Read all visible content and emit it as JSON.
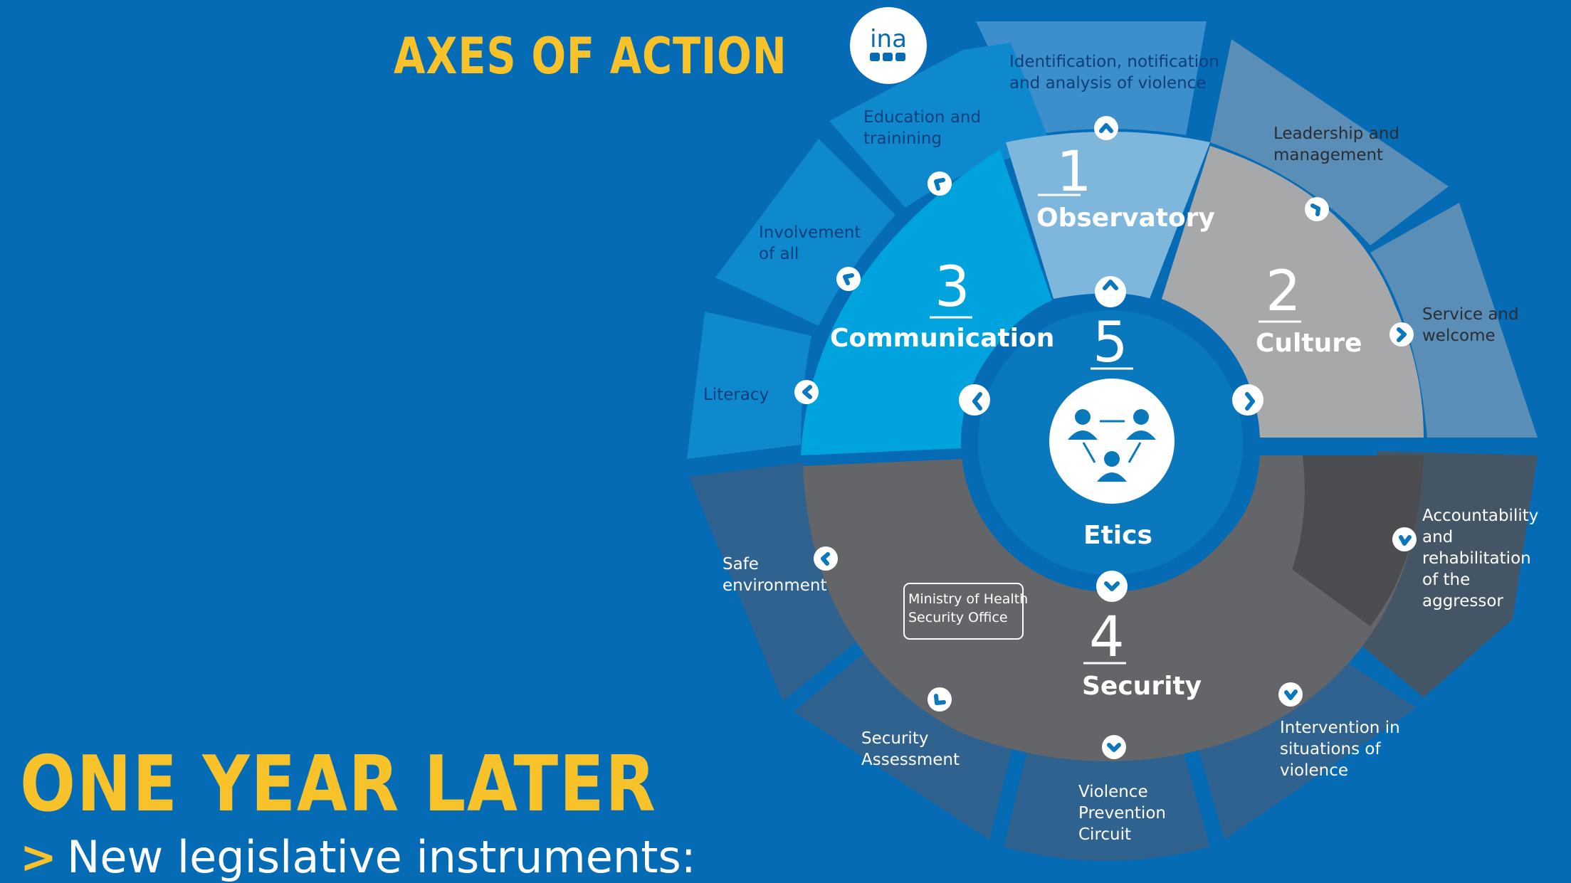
{
  "page": {
    "title": "AXES OF ACTION",
    "headline": "ONE YEAR LATER",
    "bullet_marker": ">",
    "bullet_text": "New legislative instruments:"
  },
  "logo": {
    "text": "ina",
    "icon": "ina-logo-icon"
  },
  "axes": {
    "observatory": {
      "number": "1",
      "label": "Observatory"
    },
    "culture": {
      "number": "2",
      "label": "Culture"
    },
    "communication": {
      "number": "3",
      "label": "Communication"
    },
    "security": {
      "number": "4",
      "label": "Security"
    },
    "etics": {
      "number": "5",
      "label": "Etics",
      "icon": "people-network-icon"
    }
  },
  "segments": {
    "identification_1": "Identification, notification",
    "identification_2": "and analysis of violence",
    "leadership_1": "Leadership and",
    "leadership_2": "management",
    "service_1": "Service and",
    "service_2": "welcome",
    "education_1": "Education and",
    "education_2": "trainining",
    "involvement_1": "Involvement",
    "involvement_2": "of all",
    "literacy": "Literacy",
    "safe_1": "Safe",
    "safe_2": "environment",
    "assessment_1": "Security",
    "assessment_2": "Assessment",
    "prevention_1": "Violence",
    "prevention_2": "Prevention",
    "prevention_3": "Circuit",
    "intervention_1": "Intervention in",
    "intervention_2": "situations of",
    "intervention_3": "violence",
    "accountability_1": "Accountability",
    "accountability_2": "and",
    "accountability_3": "rehabilitation",
    "accountability_4": "of the",
    "accountability_5": "aggressor"
  },
  "ministry_box": {
    "line1": "Ministry of Health",
    "line2": "Security Office"
  },
  "colors": {
    "background": "#056bb5",
    "accent_yellow": "#f8c22b",
    "observatory": "#7fb6dc",
    "culture": "#a7a8aa",
    "communication": "#00a3dd",
    "security": "#646569",
    "etics": "#0a78bd"
  }
}
